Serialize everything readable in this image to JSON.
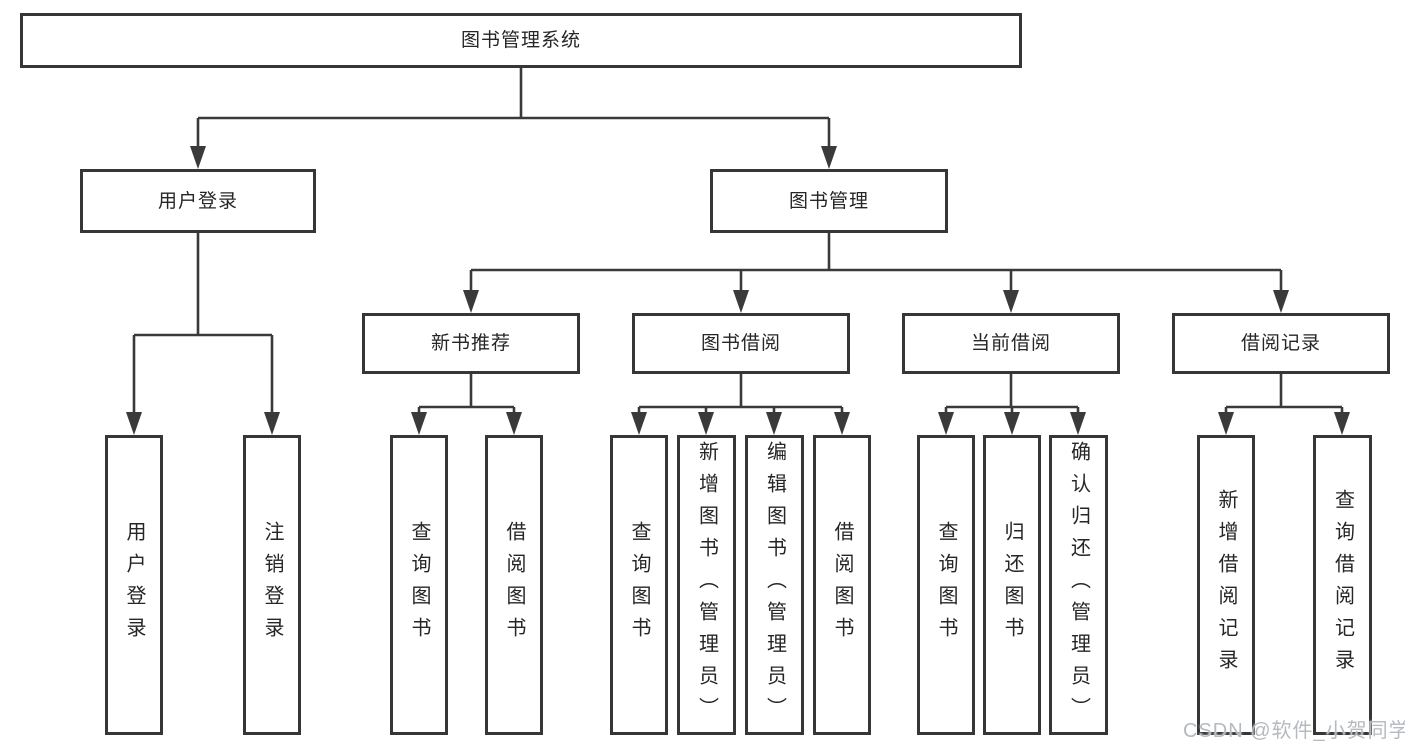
{
  "tree": {
    "label": "图书管理系统",
    "children": [
      {
        "label": "用户登录",
        "children": [
          {
            "label": "用户登录"
          },
          {
            "label": "注销登录"
          }
        ]
      },
      {
        "label": "图书管理",
        "children": [
          {
            "label": "新书推荐",
            "children": [
              {
                "label": "查询图书"
              },
              {
                "label": "借阅图书"
              }
            ]
          },
          {
            "label": "图书借阅",
            "children": [
              {
                "label": "查询图书"
              },
              {
                "label": "新增图书（管理员）"
              },
              {
                "label": "编辑图书（管理员）"
              },
              {
                "label": "借阅图书"
              }
            ]
          },
          {
            "label": "当前借阅",
            "children": [
              {
                "label": "查询图书"
              },
              {
                "label": "归还图书"
              },
              {
                "label": "确认归还（管理员）"
              }
            ]
          },
          {
            "label": "借阅记录",
            "children": [
              {
                "label": "新增借阅记录"
              },
              {
                "label": "查询借阅记录"
              }
            ]
          }
        ]
      }
    ]
  },
  "watermark": {
    "text": "CSDN @软件_小贺同学"
  },
  "colors": {
    "line": "#3a3a3a",
    "box_border": "#363636",
    "text": "#262626",
    "watermark": "#b5b9c0",
    "background": "#ffffff"
  }
}
